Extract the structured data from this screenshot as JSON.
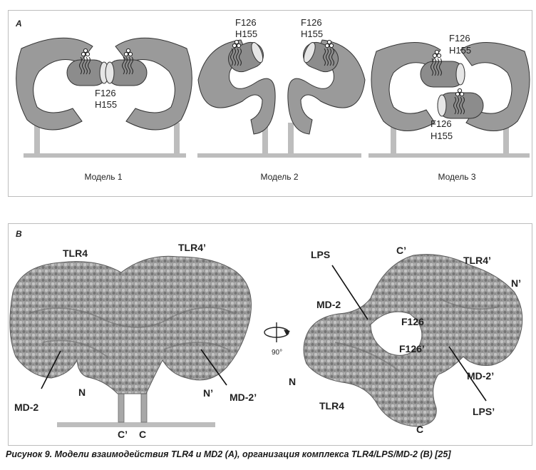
{
  "panel_a": {
    "letter": "A",
    "models": [
      {
        "label": "Модель 1",
        "residues_line1": "F126",
        "residues_line2": "H155"
      },
      {
        "label": "Модель 2",
        "residues_left_line1": "F126",
        "residues_left_line2": "H155",
        "residues_right_line1": "F126",
        "residues_right_line2": "H155"
      },
      {
        "label": "Модель 3",
        "residues_top_line1": "F126",
        "residues_top_line2": "H155",
        "residues_bottom_line1": "F126",
        "residues_bottom_line2": "H155"
      }
    ]
  },
  "panel_b": {
    "letter": "B",
    "left": {
      "tlr4": "TLR4",
      "tlr4_prime": "TLR4’",
      "md2": "MD-2",
      "md2_prime": "MD-2’",
      "n": "N",
      "n_prime": "N’",
      "c_prime": "C’",
      "c": "C"
    },
    "rotation": "90°",
    "right": {
      "lps": "LPS",
      "c_prime": "C’",
      "tlr4_prime": "TLR4’",
      "n_prime": "N’",
      "md2": "MD-2",
      "f126": "F126",
      "f126_prime": "F126’",
      "md2_prime": "MD-2’",
      "n": "N",
      "tlr4": "TLR4",
      "lps_prime": "LPS’",
      "c": "C"
    }
  },
  "caption": "Рисунок 9. Модели взаимодействия TLR4 и MD2 (A), организация комплекса TLR4/LPS/MD-2 (B) [25]"
}
